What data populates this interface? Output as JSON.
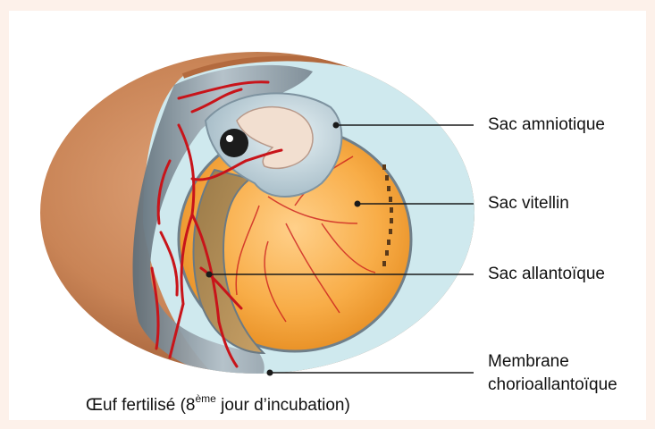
{
  "labels": {
    "amnion": "Sac amniotique",
    "yolk": "Sac vitellin",
    "allantois": "Sac allantoïque",
    "membrane_line1": "Membrane",
    "membrane_line2": "chorioallantoïque"
  },
  "caption": {
    "before": "Œuf fertilisé (8",
    "sup": "ème",
    "after": " jour d’incubation)"
  },
  "colors": {
    "background": "#fdf1ea",
    "shell": "#c98456",
    "albumen": "#cfe9ee",
    "yolk": "#f6a43a",
    "blood_vessels": "#c8141a",
    "membrane": "#8d9aa3"
  }
}
